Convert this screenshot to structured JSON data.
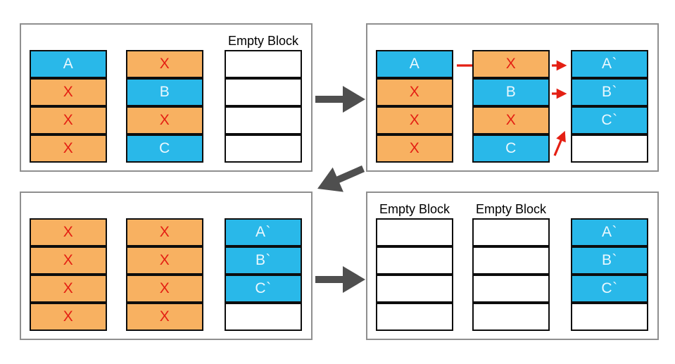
{
  "colors": {
    "valid_block": "#29b8e9",
    "stale_block": "#f8b161",
    "red": "#e41f13",
    "gray_arrow": "#4f4f4f",
    "panel_border": "#8f8f8f",
    "block_border": "#0d0d0d",
    "light_text": "#eaf8fe"
  },
  "panels": [
    {
      "position": "top-left",
      "columns": [
        {
          "label": "",
          "blocks": [
            {
              "label": "A",
              "state": "valid"
            },
            {
              "label": "X",
              "state": "stale"
            },
            {
              "label": "X",
              "state": "stale"
            },
            {
              "label": "X",
              "state": "stale"
            }
          ]
        },
        {
          "label": "",
          "blocks": [
            {
              "label": "X",
              "state": "stale"
            },
            {
              "label": "B",
              "state": "valid"
            },
            {
              "label": "X",
              "state": "stale"
            },
            {
              "label": "C",
              "state": "valid"
            }
          ]
        },
        {
          "label": "Empty Block",
          "blocks": [
            {
              "label": "",
              "state": "empty"
            },
            {
              "label": "",
              "state": "empty"
            },
            {
              "label": "",
              "state": "empty"
            },
            {
              "label": "",
              "state": "empty"
            }
          ]
        }
      ]
    },
    {
      "position": "top-right",
      "columns": [
        {
          "label": "",
          "blocks": [
            {
              "label": "A",
              "state": "valid"
            },
            {
              "label": "X",
              "state": "stale"
            },
            {
              "label": "X",
              "state": "stale"
            },
            {
              "label": "X",
              "state": "stale"
            }
          ]
        },
        {
          "label": "",
          "blocks": [
            {
              "label": "X",
              "state": "stale"
            },
            {
              "label": "B",
              "state": "valid"
            },
            {
              "label": "X",
              "state": "stale"
            },
            {
              "label": "C",
              "state": "valid"
            }
          ]
        },
        {
          "label": "",
          "blocks": [
            {
              "label": "A`",
              "state": "valid"
            },
            {
              "label": "B`",
              "state": "valid"
            },
            {
              "label": "C`",
              "state": "valid"
            },
            {
              "label": "",
              "state": "empty"
            }
          ]
        }
      ],
      "copy_arrows": [
        {
          "from": "A",
          "to": "A`"
        },
        {
          "from": "B",
          "to": "B`"
        },
        {
          "from": "C",
          "to": "C`"
        }
      ]
    },
    {
      "position": "bottom-left",
      "columns": [
        {
          "label": "",
          "blocks": [
            {
              "label": "X",
              "state": "stale"
            },
            {
              "label": "X",
              "state": "stale"
            },
            {
              "label": "X",
              "state": "stale"
            },
            {
              "label": "X",
              "state": "stale"
            }
          ]
        },
        {
          "label": "",
          "blocks": [
            {
              "label": "X",
              "state": "stale"
            },
            {
              "label": "X",
              "state": "stale"
            },
            {
              "label": "X",
              "state": "stale"
            },
            {
              "label": "X",
              "state": "stale"
            }
          ]
        },
        {
          "label": "",
          "blocks": [
            {
              "label": "A`",
              "state": "valid"
            },
            {
              "label": "B`",
              "state": "valid"
            },
            {
              "label": "C`",
              "state": "valid"
            },
            {
              "label": "",
              "state": "empty"
            }
          ]
        }
      ]
    },
    {
      "position": "bottom-right",
      "columns": [
        {
          "label": "Empty Block",
          "blocks": [
            {
              "label": "",
              "state": "empty"
            },
            {
              "label": "",
              "state": "empty"
            },
            {
              "label": "",
              "state": "empty"
            },
            {
              "label": "",
              "state": "empty"
            }
          ]
        },
        {
          "label": "Empty Block",
          "blocks": [
            {
              "label": "",
              "state": "empty"
            },
            {
              "label": "",
              "state": "empty"
            },
            {
              "label": "",
              "state": "empty"
            },
            {
              "label": "",
              "state": "empty"
            }
          ]
        },
        {
          "label": "",
          "blocks": [
            {
              "label": "A`",
              "state": "valid"
            },
            {
              "label": "B`",
              "state": "valid"
            },
            {
              "label": "C`",
              "state": "valid"
            },
            {
              "label": "",
              "state": "empty"
            }
          ]
        }
      ]
    }
  ],
  "step_arrows": [
    {
      "name": "step-1-to-2",
      "direction": "right"
    },
    {
      "name": "step-2-to-3",
      "direction": "down-left"
    },
    {
      "name": "step-3-to-4",
      "direction": "right"
    }
  ]
}
